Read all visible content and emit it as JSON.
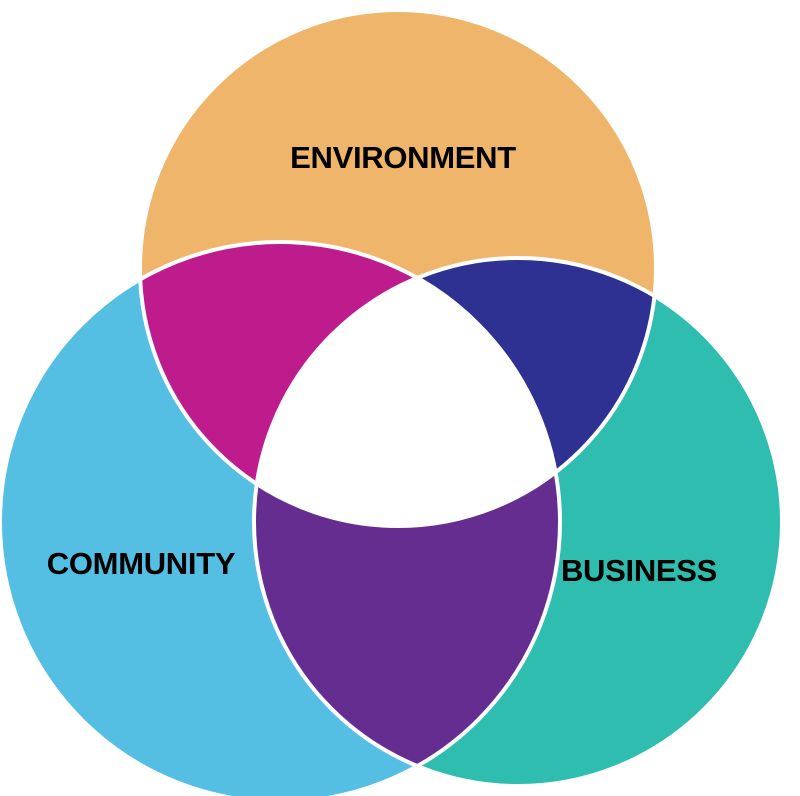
{
  "circles": [
    {
      "key": "environment",
      "label": "ENVIRONMENT",
      "color": "#EFB56B"
    },
    {
      "key": "community",
      "label": "COMMUNITY",
      "color": "#54BEE3"
    },
    {
      "key": "business",
      "label": "BUSINESS",
      "color": "#2EBDAE"
    }
  ],
  "overlaps": {
    "environment_community": {
      "color": "#BE1C8D"
    },
    "environment_business": {
      "color": "#2E3192"
    },
    "community_business": {
      "color": "#662D91"
    },
    "all_three": {
      "color": "#FFFFFF"
    }
  },
  "outline_color": "#FFFFFF"
}
